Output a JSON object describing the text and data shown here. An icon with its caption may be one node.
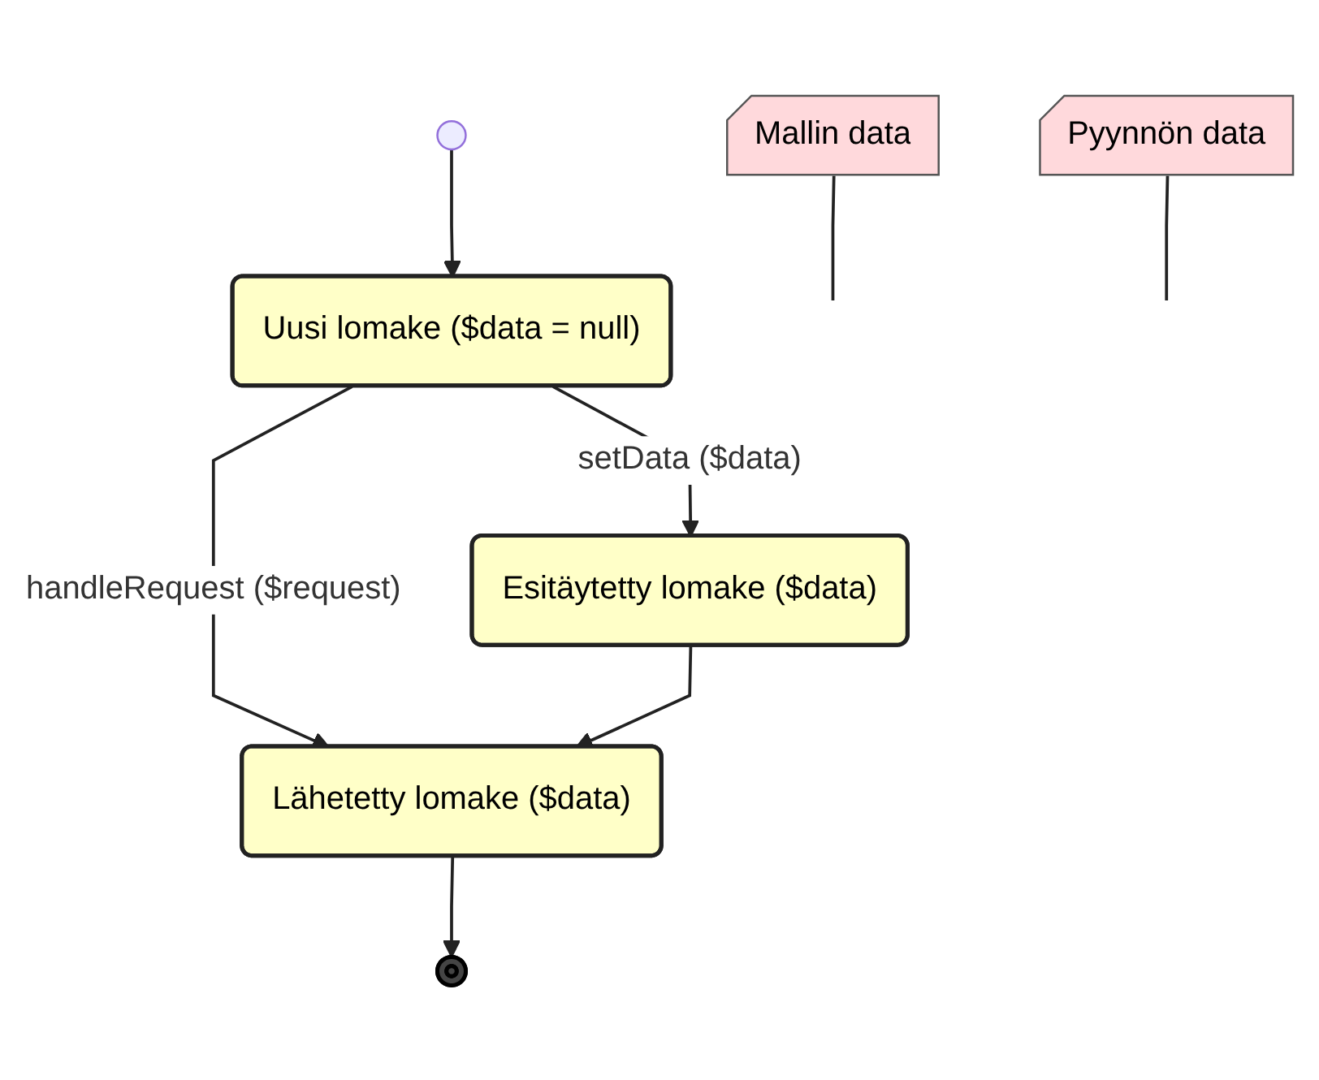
{
  "diagram": {
    "nodes": [
      {
        "text": [],
        "shape": "circle"
      },
      {
        "text": [
          "Uusi lomake ($data = null)"
        ]
      },
      {
        "text": [
          "Mallin data"
        ]
      },
      {
        "text": [
          "Esitäytetty lomake ($data)"
        ]
      },
      {
        "text": [
          "Pyynnön data"
        ]
      },
      {
        "text": [
          "Lähetetty lomake ($data)"
        ]
      },
      {
        "text": [],
        "shape": "circle"
      }
    ],
    "edges": [
      {
        "from": 0,
        "to": 1,
        "arrow": "to"
      },
      {
        "from": 1,
        "to": 3,
        "arrow": "to",
        "label": "setData ($data)"
      },
      {
        "from": 2,
        "to": null,
        "arrow": "none"
      },
      {
        "from": 1,
        "to": 5,
        "arrow": "to",
        "label": "handleRequest ($request)"
      },
      {
        "from": 3,
        "to": 5,
        "arrow": "to"
      },
      {
        "from": 4,
        "to": null,
        "arrow": "none"
      },
      {
        "from": 5,
        "to": 6,
        "arrow": "to"
      }
    ]
  }
}
